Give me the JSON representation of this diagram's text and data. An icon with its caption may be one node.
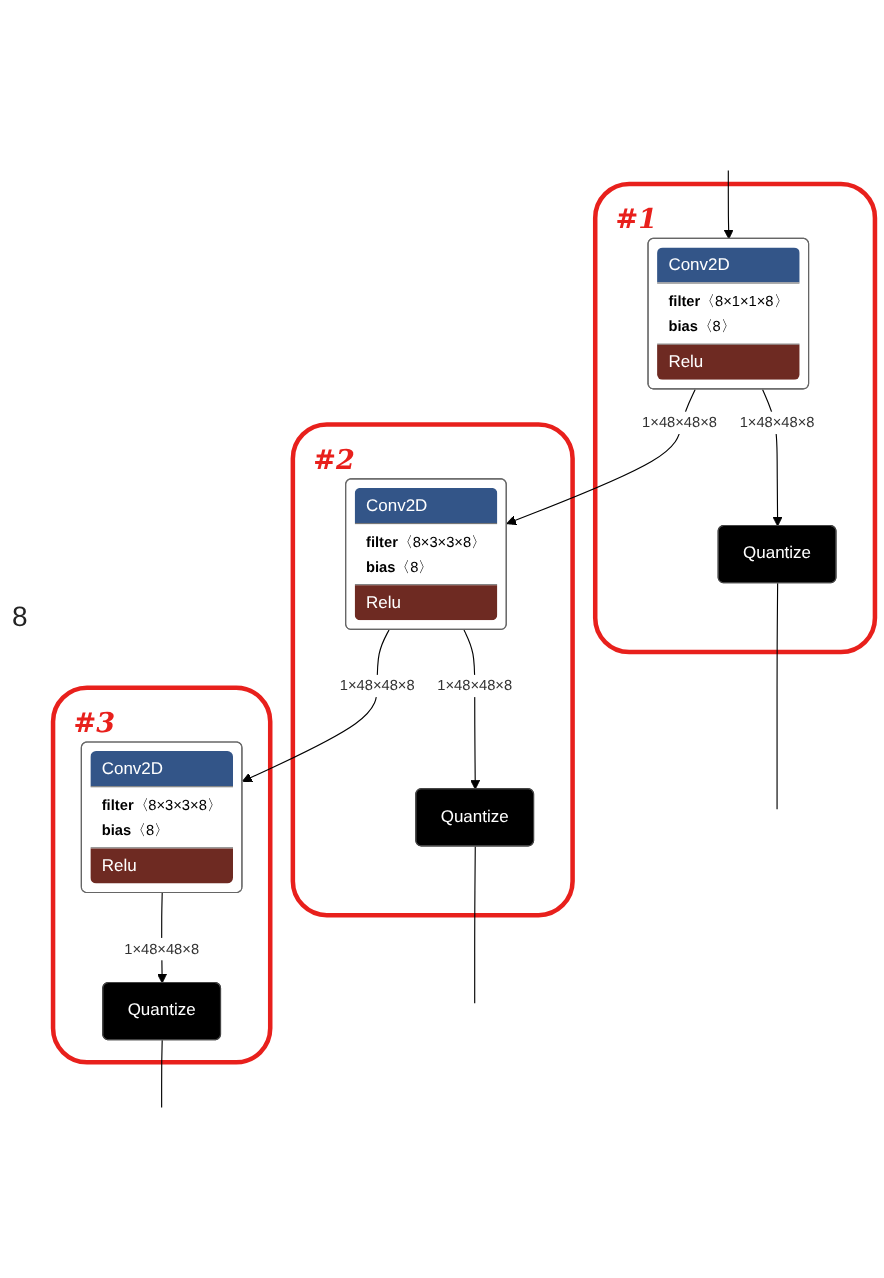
{
  "diagram": {
    "nodes": [
      {
        "text": [
          "#1"
        ]
      },
      {
        "text": [
          "Conv2D",
          "**filter**〈8×1×1×8〉",
          "**bias**〈8〉",
          "Relu"
        ],
        "in": 0
      },
      {
        "text": [
          "#2"
        ]
      },
      {
        "text": [
          "Conv2D",
          "**filter**〈8×3×3×8〉",
          "**bias**〈8〉",
          "Relu"
        ],
        "in": 2
      },
      {
        "text": [
          "#3"
        ]
      },
      {
        "text": [
          "Conv2D",
          "**filter**〈8×3×3×8〉",
          "**bias**〈8〉",
          "Relu"
        ],
        "in": 4
      },
      {
        "text": [
          "Quantize"
        ],
        "in": 4
      },
      {
        "text": [
          "Quantize"
        ],
        "in": 2
      },
      {
        "text": [
          "Quantize"
        ],
        "in": 0
      }
    ],
    "edges": [
      {
        "from": null,
        "to": 1,
        "arrow": "to"
      },
      {
        "from": 1,
        "to": 3,
        "label": "1×48×48×8",
        "arrow": "to"
      },
      {
        "from": 1,
        "to": 8,
        "label": "1×48×48×8",
        "arrow": "to"
      },
      {
        "from": 3,
        "to": 5,
        "label": "1×48×48×8",
        "arrow": "to"
      },
      {
        "from": 3,
        "to": 7,
        "label": "1×48×48×8",
        "arrow": "to"
      },
      {
        "from": 5,
        "to": 6,
        "label": "1×48×48×8",
        "arrow": "to"
      },
      {
        "from": 6,
        "to": null,
        "arrow": "none"
      },
      {
        "from": 7,
        "to": null,
        "arrow": "none"
      },
      {
        "from": 8,
        "to": null,
        "arrow": "none"
      }
    ],
    "labels": [
      "8"
    ]
  }
}
